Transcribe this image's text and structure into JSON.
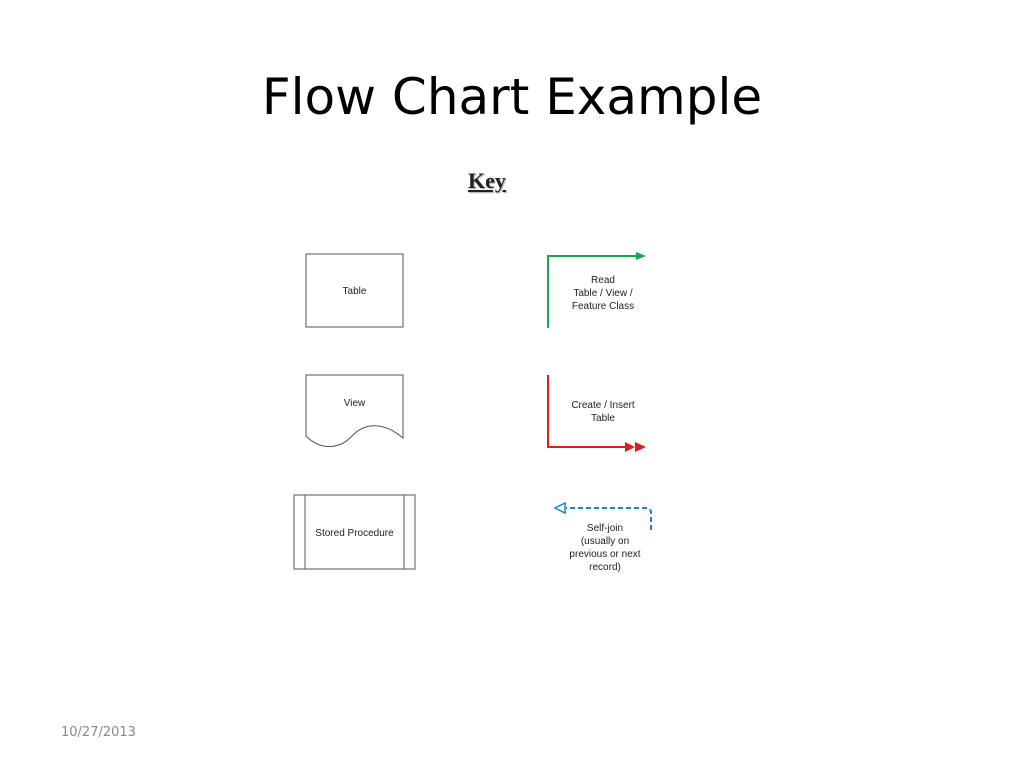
{
  "slide": {
    "title": "Flow Chart Example",
    "date": "10/27/2013"
  },
  "key": {
    "heading": "Key",
    "shapes": {
      "table": "Table",
      "view": "View",
      "stored_procedure": "Stored Procedure"
    },
    "arrows": {
      "read": {
        "lines": [
          "Read",
          "Table / View /",
          "Feature Class"
        ],
        "color": "#1aa64a"
      },
      "create": {
        "lines": [
          "Create / Insert",
          "Table"
        ],
        "color": "#e01b1b"
      },
      "self_join": {
        "lines": [
          "Self-join",
          "(usually on",
          "previous or next",
          "record)"
        ],
        "color": "#1a86c4"
      }
    }
  }
}
